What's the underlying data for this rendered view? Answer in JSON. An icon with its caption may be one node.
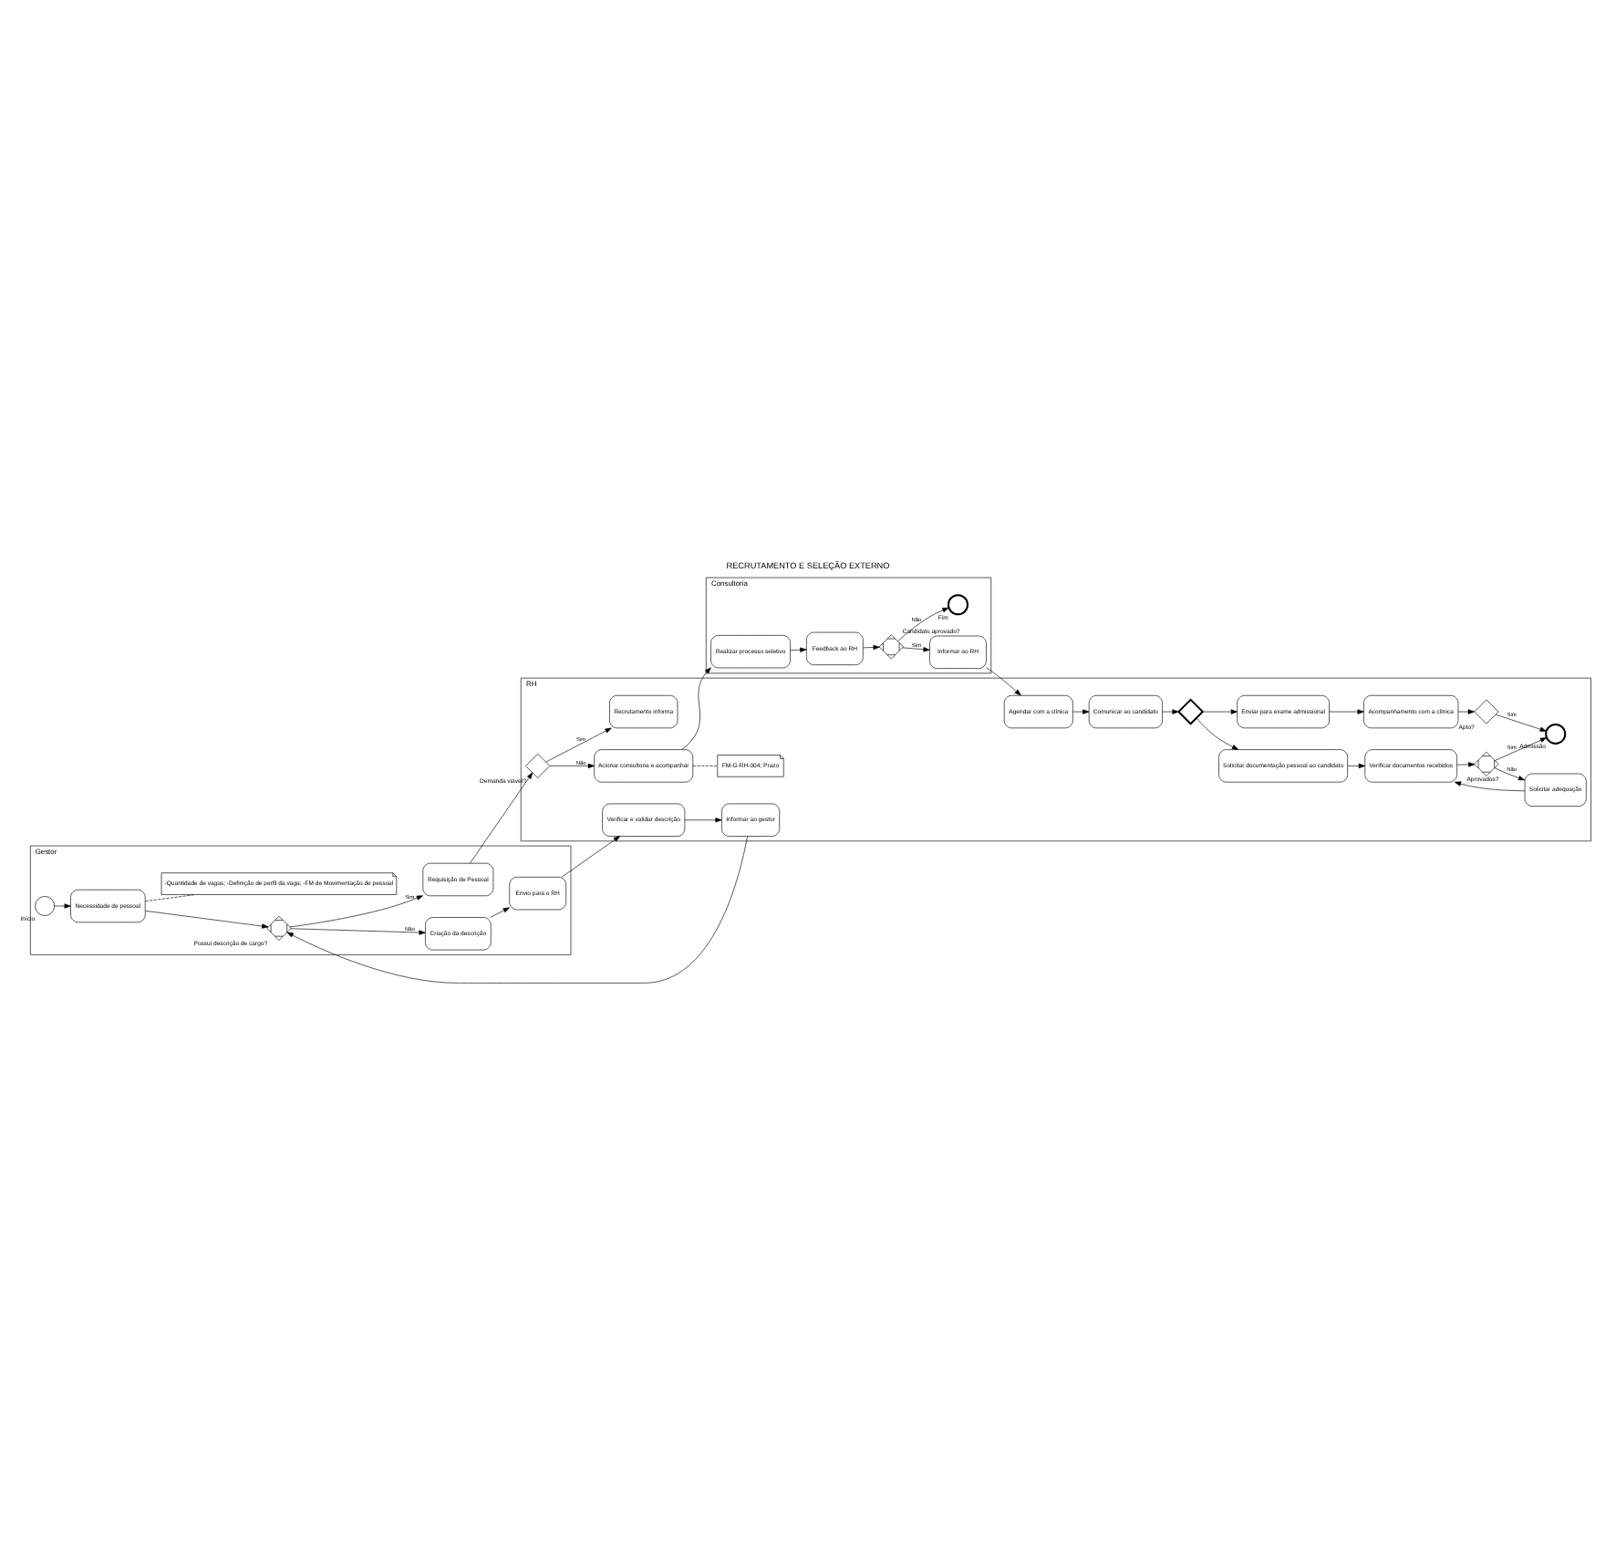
{
  "diagram": {
    "title": "RECRUTAMENTO E SELEÇÃO EXTERNO",
    "nodes": [
      {
        "text": [
          "Consultoria"
        ]
      },
      {
        "text": [
          "Realizar processo seletivo"
        ],
        "in": 0
      },
      {
        "text": [
          "Feedback ao RH"
        ],
        "in": 0
      },
      {
        "text": [
          "Informar ao RH"
        ],
        "in": 0
      },
      {
        "text": [],
        "shape": "diamond",
        "beside": [
          "Candidato aprovado?"
        ],
        "in": 0
      },
      {
        "text": [],
        "shape": "circle",
        "beside": [
          "Fim"
        ],
        "in": 0
      },
      {
        "text": [
          "Gestor"
        ]
      },
      {
        "text": [],
        "shape": "circle",
        "beside": [
          "Início"
        ],
        "in": 6
      },
      {
        "text": [
          "Necessidade de pessoal"
        ],
        "in": 6
      },
      {
        "text": [],
        "shape": "diamond",
        "beside": [
          "Possui descrição de cargo?"
        ],
        "in": 6
      },
      {
        "text": [
          "Requisição de Pessoal"
        ],
        "in": 6
      },
      {
        "text": [
          "-Quantidade de vagas; -Definição de perfil da vaga; -FM de Movimentação de pessoal"
        ],
        "in": 6
      },
      {
        "text": [
          "Criação da descrição"
        ],
        "in": 6
      },
      {
        "text": [
          "Envio para o RH"
        ],
        "in": 6
      },
      {
        "text": [
          "RH"
        ]
      },
      {
        "text": [
          "Verificar e validar descrição"
        ],
        "in": 14
      },
      {
        "text": [
          "Informar ao gestor"
        ],
        "in": 14
      },
      {
        "text": [],
        "shape": "diamond",
        "beside": [
          "Demanda viável?"
        ],
        "in": 14
      },
      {
        "text": [
          "Acionar consultoria e acompanhar"
        ],
        "in": 14
      },
      {
        "text": [
          "Agendar com a clínica"
        ],
        "in": 14
      },
      {
        "text": [
          "Recrutamento informa"
        ],
        "in": 14
      },
      {
        "text": [
          "FM-G-RH-004; Prazo"
        ],
        "in": 14
      },
      {
        "text": [
          "Comunicar ao candidato"
        ],
        "in": 14
      },
      {
        "text": [],
        "shape": "diamond",
        "in": 14
      },
      {
        "text": [
          "Solicitar documentação pessoal ao candidato"
        ],
        "in": 14
      },
      {
        "text": [
          "Enviar para exame admissional"
        ],
        "in": 14
      },
      {
        "text": [
          "Solicitar adequação"
        ],
        "in": 14
      },
      {
        "text": [
          "Verificar documentos recebidos"
        ],
        "in": 14
      },
      {
        "text": [
          "Acompanhamento com a clínica"
        ],
        "in": 14
      },
      {
        "text": [],
        "shape": "diamond",
        "beside": [
          "Aprovados?"
        ],
        "in": 14
      },
      {
        "text": [],
        "shape": "circle",
        "beside": [
          "Admissão"
        ],
        "in": 14
      },
      {
        "text": [],
        "shape": "diamond",
        "beside": [
          "Apto?"
        ],
        "in": 14
      }
    ],
    "edges": [
      {
        "from": 7,
        "to": 8,
        "arrow": "to"
      },
      {
        "from": 8,
        "to": 9,
        "arrow": "to"
      },
      {
        "from": 9,
        "to": 10,
        "arrow": "to",
        "label": "Sim"
      },
      {
        "from": 9,
        "to": 12,
        "arrow": "to",
        "label": "Não"
      },
      {
        "from": 12,
        "to": 13,
        "arrow": "to"
      },
      {
        "from": 13,
        "to": 15,
        "arrow": "to"
      },
      {
        "from": 15,
        "to": 16,
        "arrow": "to"
      },
      {
        "from": 16,
        "to": 9,
        "arrow": "to"
      },
      {
        "from": 10,
        "to": 17,
        "arrow": "to"
      },
      {
        "from": 17,
        "to": 18,
        "arrow": "to",
        "label": "Não"
      },
      {
        "from": 17,
        "to": 20,
        "arrow": "to",
        "label": "Sim"
      },
      {
        "from": 18,
        "to": 1,
        "arrow": "to"
      },
      {
        "from": 1,
        "to": 2,
        "arrow": "to"
      },
      {
        "from": 2,
        "to": 4,
        "arrow": "to"
      },
      {
        "from": 4,
        "to": 3,
        "arrow": "to",
        "label": "Sim"
      },
      {
        "from": 4,
        "to": 5,
        "arrow": "to",
        "label": "Não"
      },
      {
        "from": 3,
        "to": 19,
        "arrow": "to"
      },
      {
        "from": 19,
        "to": 22,
        "arrow": "to"
      },
      {
        "from": 22,
        "to": 23,
        "arrow": "to"
      },
      {
        "from": 23,
        "to": 24,
        "arrow": "to"
      },
      {
        "from": 23,
        "to": 25,
        "arrow": "to"
      },
      {
        "from": 24,
        "to": 27,
        "arrow": "to"
      },
      {
        "from": 25,
        "to": 28,
        "arrow": "to"
      },
      {
        "from": 26,
        "to": 27,
        "arrow": "to"
      },
      {
        "from": 27,
        "to": 29,
        "arrow": "to"
      },
      {
        "from": 29,
        "to": 26,
        "arrow": "to",
        "label": "Não"
      },
      {
        "from": 29,
        "to": 30,
        "arrow": "to",
        "label": "Sim"
      },
      {
        "from": 28,
        "to": 31,
        "arrow": "to"
      },
      {
        "from": 31,
        "to": 30,
        "arrow": "to",
        "label": "Sim"
      },
      {
        "from": 8,
        "to": 11,
        "arrow": "none",
        "style": "dashed"
      },
      {
        "from": 18,
        "to": 21,
        "arrow": "none",
        "style": "dashed"
      }
    ]
  }
}
